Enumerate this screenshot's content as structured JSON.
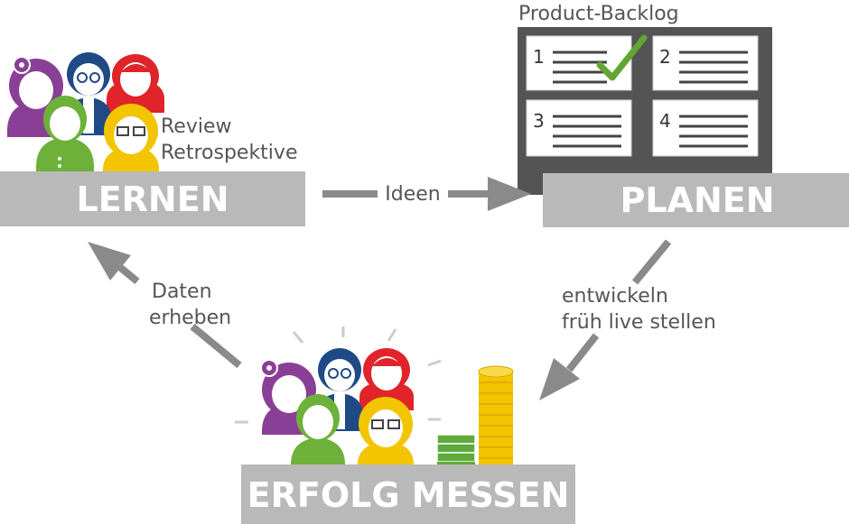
{
  "stages": {
    "learn": {
      "label": "LERNEN",
      "note_line1": "Review",
      "note_line2": "Retrospektive"
    },
    "plan": {
      "label": "PLANEN"
    },
    "measure": {
      "label": "ERFOLG MESSEN"
    }
  },
  "backlog": {
    "title": "Product-Backlog",
    "cards": [
      {
        "number": "1",
        "checked": true
      },
      {
        "number": "2",
        "checked": false
      },
      {
        "number": "3",
        "checked": false
      },
      {
        "number": "4",
        "checked": false
      }
    ]
  },
  "arrows": {
    "ideas": {
      "label": "Ideen"
    },
    "develop": {
      "label_line1": "entwickeln",
      "label_line2": "früh live stellen"
    },
    "data": {
      "label_line1": "Daten",
      "label_line2": "erheben"
    }
  },
  "colors": {
    "bar": "#b9b9b9",
    "arrow": "#8a8a8a",
    "backlog_frame": "#545454",
    "check": "#63a532",
    "purple": "#8a3f96",
    "navy": "#1f4a86",
    "red": "#e0242a",
    "green": "#6db13a",
    "yellow": "#f2c500",
    "gold": "#f2c500",
    "money": "#5eaa3b"
  }
}
